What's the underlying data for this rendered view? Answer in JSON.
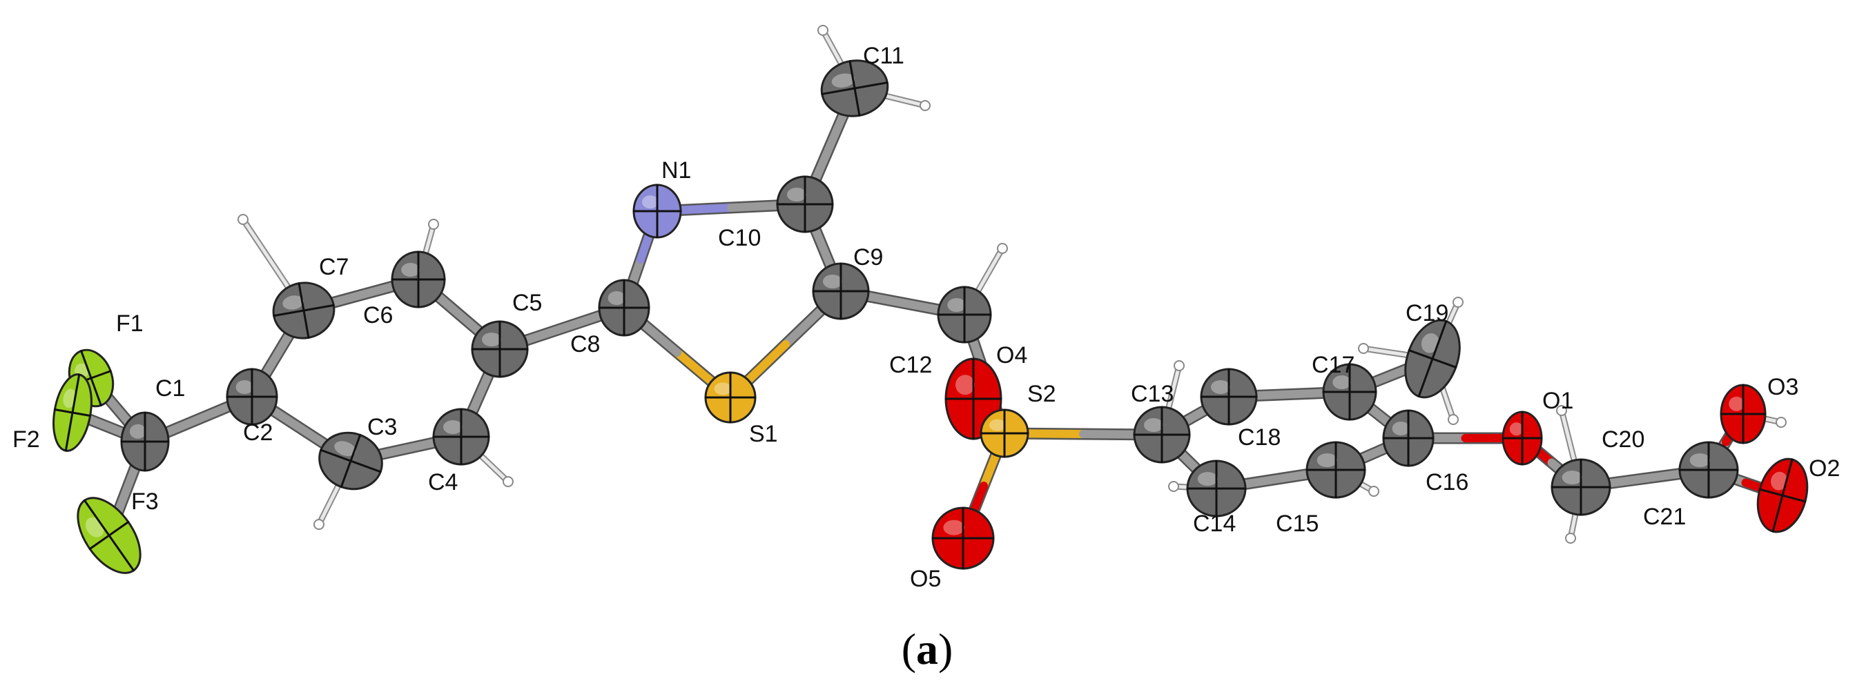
{
  "caption": {
    "open": "(",
    "letter": "a",
    "close": ")"
  },
  "colors": {
    "carbon": "#6b6b6b",
    "hydrogen": "#ffffff",
    "nitrogen": "#8a8ad8",
    "oxygen": "#dd0000",
    "sulfur": "#e8b020",
    "fluorine": "#9ad020",
    "bond": "#9a9a9a"
  },
  "atoms": [
    {
      "id": "F1",
      "element": "F",
      "label": "F1"
    },
    {
      "id": "F2",
      "element": "F",
      "label": "F2"
    },
    {
      "id": "F3",
      "element": "F",
      "label": "F3"
    },
    {
      "id": "C1",
      "element": "C",
      "label": "C1"
    },
    {
      "id": "C2",
      "element": "C",
      "label": "C2"
    },
    {
      "id": "C3",
      "element": "C",
      "label": "C3"
    },
    {
      "id": "C4",
      "element": "C",
      "label": "C4"
    },
    {
      "id": "C5",
      "element": "C",
      "label": "C5"
    },
    {
      "id": "C6",
      "element": "C",
      "label": "C6"
    },
    {
      "id": "C7",
      "element": "C",
      "label": "C7"
    },
    {
      "id": "C8",
      "element": "C",
      "label": "C8"
    },
    {
      "id": "N1",
      "element": "N",
      "label": "N1"
    },
    {
      "id": "C10",
      "element": "C",
      "label": "C10"
    },
    {
      "id": "C11",
      "element": "C",
      "label": "C11"
    },
    {
      "id": "C9",
      "element": "C",
      "label": "C9"
    },
    {
      "id": "S1",
      "element": "S",
      "label": "S1"
    },
    {
      "id": "C12",
      "element": "C",
      "label": "C12"
    },
    {
      "id": "O4",
      "element": "O",
      "label": "O4"
    },
    {
      "id": "S2",
      "element": "S",
      "label": "S2"
    },
    {
      "id": "O5",
      "element": "O",
      "label": "O5"
    },
    {
      "id": "C13",
      "element": "C",
      "label": "C13"
    },
    {
      "id": "C14",
      "element": "C",
      "label": "C14"
    },
    {
      "id": "C15",
      "element": "C",
      "label": "C15"
    },
    {
      "id": "C16",
      "element": "C",
      "label": "C16"
    },
    {
      "id": "C17",
      "element": "C",
      "label": "C17"
    },
    {
      "id": "C18",
      "element": "C",
      "label": "C18"
    },
    {
      "id": "C19",
      "element": "C",
      "label": "C19"
    },
    {
      "id": "O1",
      "element": "O",
      "label": "O1"
    },
    {
      "id": "C20",
      "element": "C",
      "label": "C20"
    },
    {
      "id": "C21",
      "element": "C",
      "label": "C21"
    },
    {
      "id": "O2",
      "element": "O",
      "label": "O2"
    },
    {
      "id": "O3",
      "element": "O",
      "label": "O3"
    }
  ],
  "bonds": [
    [
      "F1",
      "C1"
    ],
    [
      "F2",
      "C1"
    ],
    [
      "F3",
      "C1"
    ],
    [
      "C1",
      "C2"
    ],
    [
      "C2",
      "C7"
    ],
    [
      "C7",
      "C6"
    ],
    [
      "C6",
      "C5"
    ],
    [
      "C5",
      "C4"
    ],
    [
      "C4",
      "C3"
    ],
    [
      "C3",
      "C2"
    ],
    [
      "C5",
      "C8"
    ],
    [
      "C8",
      "N1"
    ],
    [
      "N1",
      "C10"
    ],
    [
      "C10",
      "C9"
    ],
    [
      "C9",
      "S1"
    ],
    [
      "S1",
      "C8"
    ],
    [
      "C10",
      "C11"
    ],
    [
      "C9",
      "C12"
    ],
    [
      "C12",
      "S2"
    ],
    [
      "S2",
      "O4"
    ],
    [
      "S2",
      "O5"
    ],
    [
      "S2",
      "C13"
    ],
    [
      "C13",
      "C18"
    ],
    [
      "C18",
      "C17"
    ],
    [
      "C17",
      "C16"
    ],
    [
      "C16",
      "C15"
    ],
    [
      "C15",
      "C14"
    ],
    [
      "C14",
      "C13"
    ],
    [
      "C17",
      "C19"
    ],
    [
      "C16",
      "O1"
    ],
    [
      "O1",
      "C20"
    ],
    [
      "C20",
      "C21"
    ],
    [
      "C21",
      "O2"
    ],
    [
      "C21",
      "O3"
    ]
  ]
}
